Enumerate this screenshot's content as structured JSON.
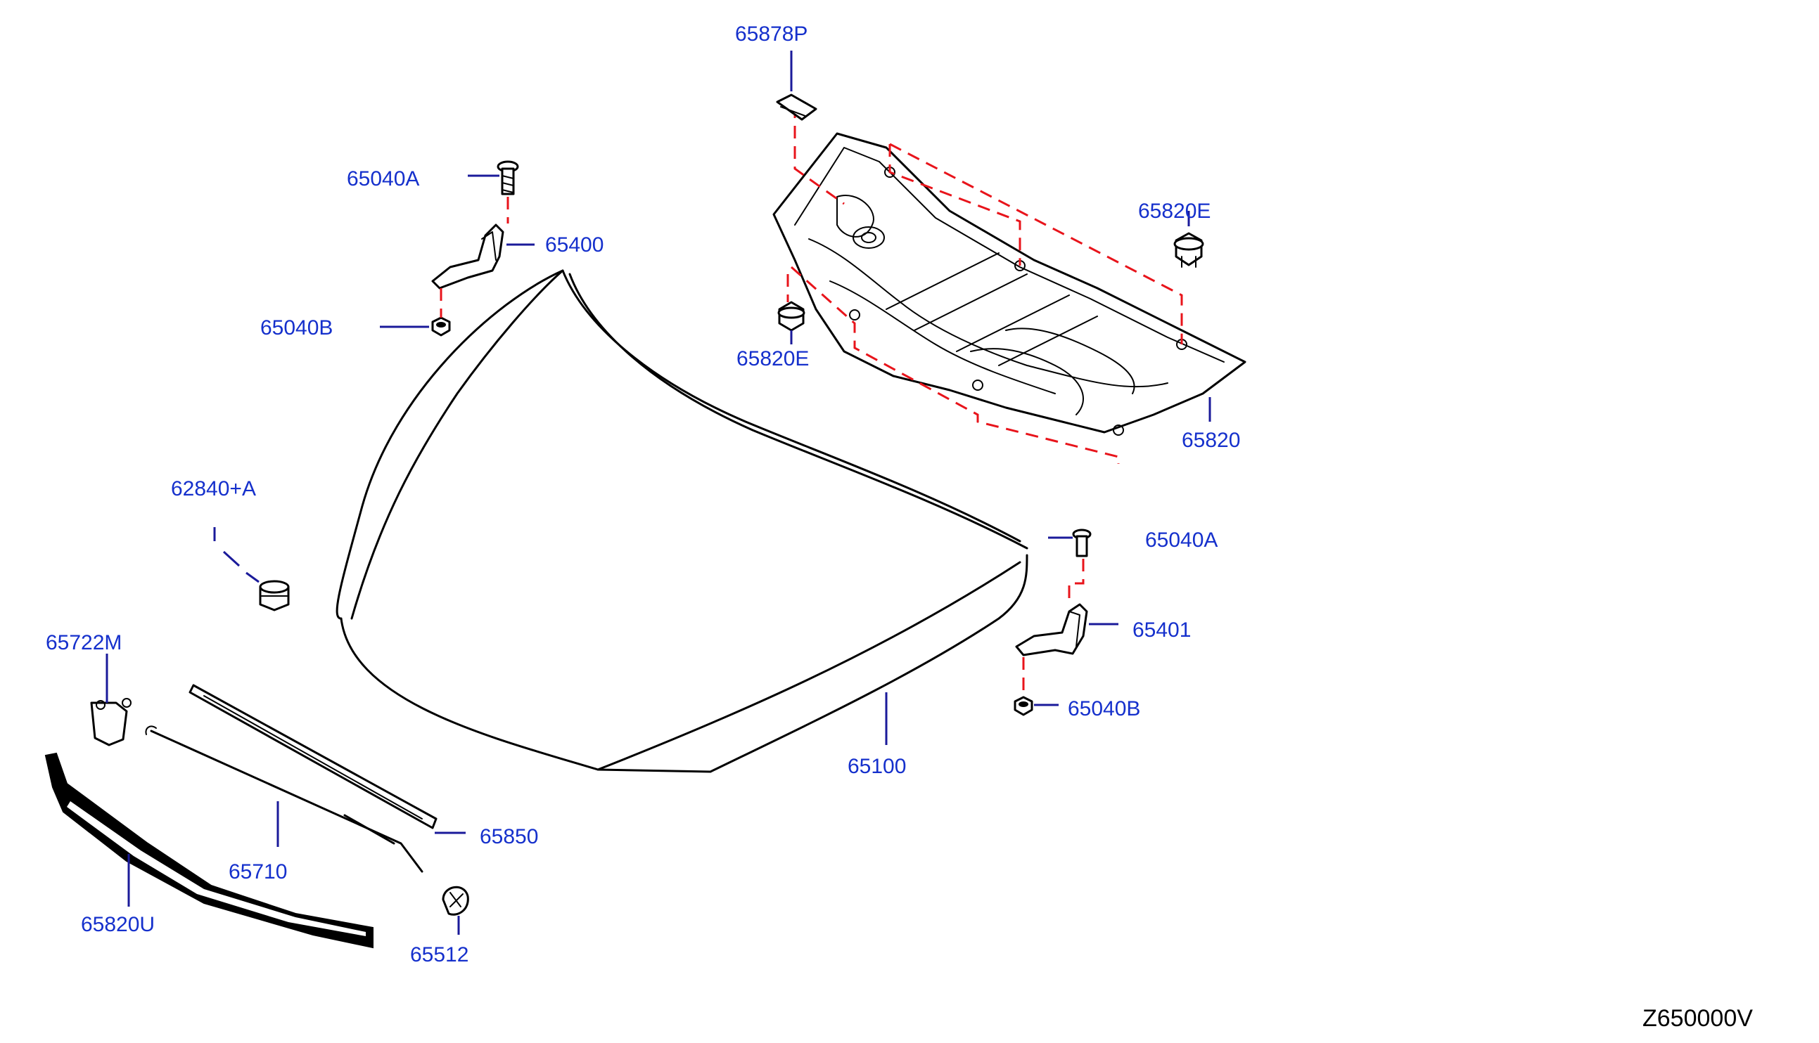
{
  "labels": {
    "l_65878P": "65878P",
    "l_65040A_top": "65040A",
    "l_65400": "65400",
    "l_65040B_top": "65040B",
    "l_65820E_right": "65820E",
    "l_65820E_left": "65820E",
    "l_65820": "65820",
    "l_62840A": "62840+A",
    "l_65040A_right": "65040A",
    "l_65401": "65401",
    "l_65040B_right": "65040B",
    "l_65722M": "65722M",
    "l_65100": "65100",
    "l_65850": "65850",
    "l_65710": "65710",
    "l_65820U": "65820U",
    "l_65512": "65512"
  },
  "diagram_code": "Z650000V",
  "colors": {
    "label_text": "#1530cc",
    "leader_line": "#1a1a9a",
    "dashed_guide": "#e8141b",
    "line_art": "#000000"
  }
}
